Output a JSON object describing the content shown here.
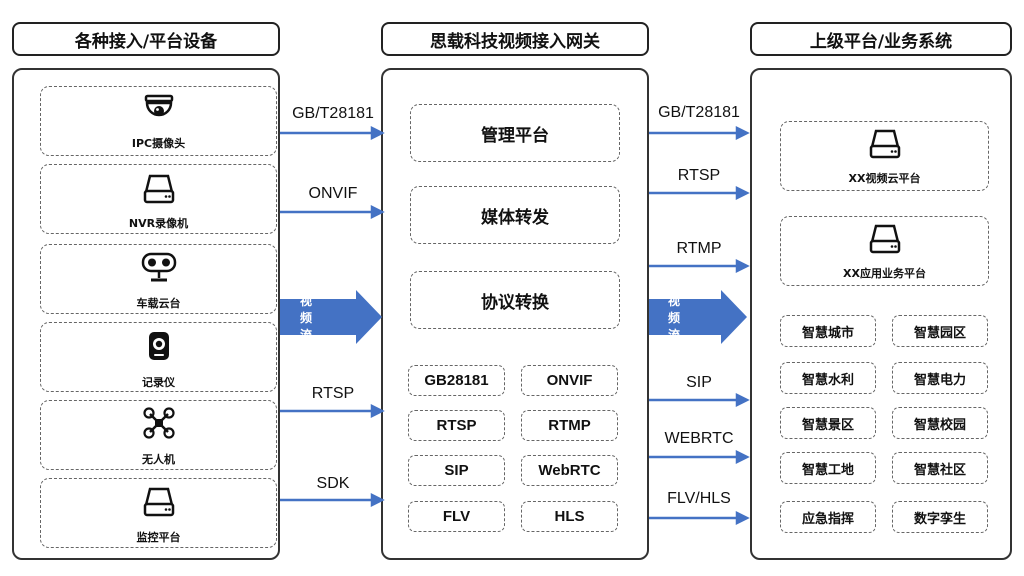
{
  "headers": {
    "left": "各种接入/平台设备",
    "center": "思载科技视频接入网关",
    "right": "上级平台/业务系统"
  },
  "devices": [
    {
      "label": "IPC摄像头",
      "icon": "ipc-camera-icon"
    },
    {
      "label": "NVR录像机",
      "icon": "nvr-recorder-icon"
    },
    {
      "label": "车载云台",
      "icon": "vehicle-ptz-icon"
    },
    {
      "label": "记录仪",
      "icon": "recorder-icon"
    },
    {
      "label": "无人机",
      "icon": "drone-icon"
    },
    {
      "label": "监控平台",
      "icon": "monitor-platform-icon"
    }
  ],
  "left_connections": [
    "GB/T28181",
    "ONVIF",
    "视频流",
    "RTSP",
    "SDK"
  ],
  "modules": [
    "管理平台",
    "媒体转发",
    "协议转换"
  ],
  "protocols": [
    [
      "GB28181",
      "ONVIF"
    ],
    [
      "RTSP",
      "RTMP"
    ],
    [
      "SIP",
      "WebRTC"
    ],
    [
      "FLV",
      "HLS"
    ]
  ],
  "right_connections": [
    "GB/T28181",
    "RTSP",
    "RTMP",
    "视频流",
    "SIP",
    "WEBRTC",
    "FLV/HLS"
  ],
  "platforms": [
    {
      "label": "XX视频云平台",
      "icon": "server-icon"
    },
    {
      "label": "XX应用业务平台",
      "icon": "server-icon"
    }
  ],
  "systems": [
    [
      "智慧城市",
      "智慧园区"
    ],
    [
      "智慧水利",
      "智慧电力"
    ],
    [
      "智慧景区",
      "智慧校园"
    ],
    [
      "智慧工地",
      "智慧社区"
    ],
    [
      "应急指挥",
      "数字孪生"
    ]
  ],
  "colors": {
    "accent": "#4472c4",
    "border": "#333333",
    "dashed": "#666666"
  }
}
